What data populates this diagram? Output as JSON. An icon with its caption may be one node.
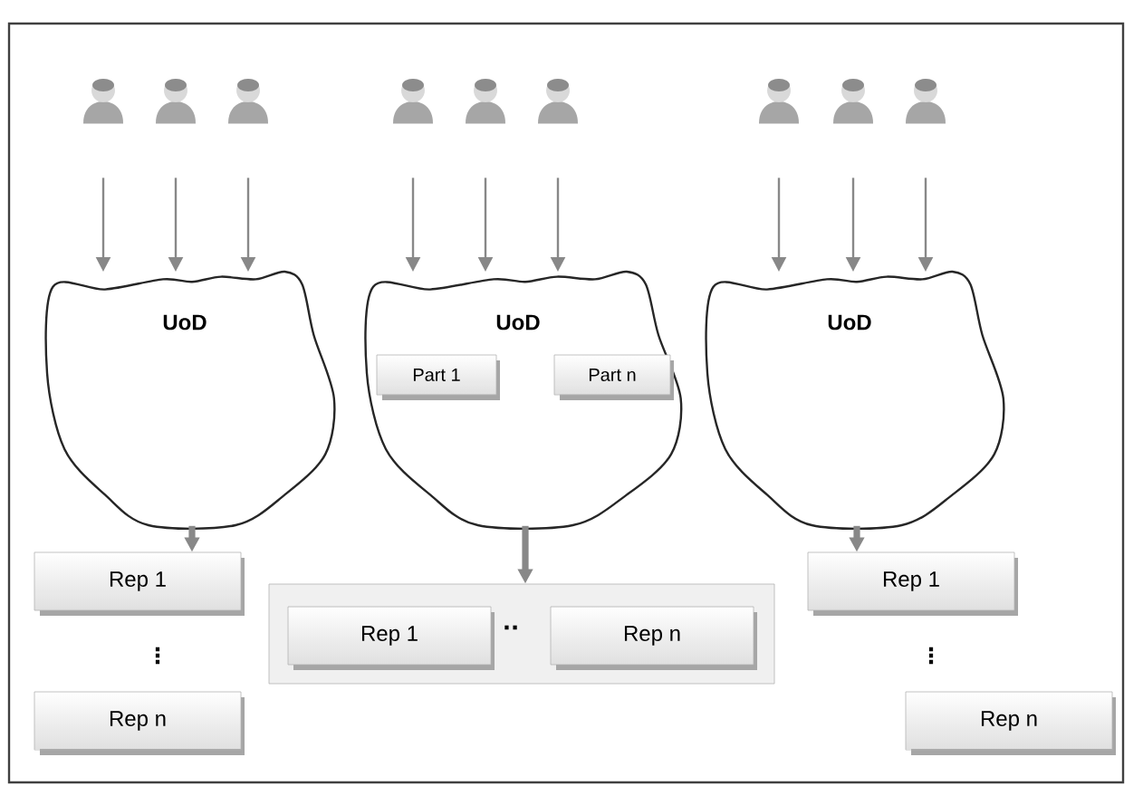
{
  "diagram": {
    "nodes": [
      {
        "text": [],
        "shape": "person"
      },
      {
        "text": [],
        "shape": "person"
      },
      {
        "text": [],
        "shape": "person"
      },
      {
        "text": [],
        "shape": "person"
      },
      {
        "text": [],
        "shape": "person"
      },
      {
        "text": [],
        "shape": "person"
      },
      {
        "text": [],
        "shape": "person"
      },
      {
        "text": [],
        "shape": "person"
      },
      {
        "text": [],
        "shape": "person"
      },
      {
        "text": [
          "UoD"
        ]
      },
      {
        "text": [
          "UoD"
        ]
      },
      {
        "text": [
          "Part 1"
        ],
        "in": 10
      },
      {
        "text": [
          "Part n"
        ],
        "in": 10
      },
      {
        "text": [
          "UoD"
        ]
      },
      {
        "text": [
          "Rep 1"
        ]
      },
      {
        "text": [],
        "shape": "box"
      },
      {
        "text": [
          "Rep 1"
        ],
        "in": 15
      },
      {
        "text": [
          "Rep n"
        ],
        "in": 15
      },
      {
        "text": [
          "Rep 1"
        ]
      },
      {
        "text": [
          "Rep n"
        ]
      },
      {
        "text": [
          "Rep n"
        ]
      }
    ],
    "edges": [
      {
        "from": 0,
        "to": 9,
        "arrow": "to"
      },
      {
        "from": 1,
        "to": 9,
        "arrow": "to"
      },
      {
        "from": 2,
        "to": 9,
        "arrow": "to"
      },
      {
        "from": 3,
        "to": 10,
        "arrow": "to"
      },
      {
        "from": 4,
        "to": 10,
        "arrow": "to"
      },
      {
        "from": 5,
        "to": 10,
        "arrow": "to"
      },
      {
        "from": 6,
        "to": 13,
        "arrow": "to"
      },
      {
        "from": 7,
        "to": 13,
        "arrow": "to"
      },
      {
        "from": 8,
        "to": 13,
        "arrow": "to"
      },
      {
        "from": 9,
        "to": 14,
        "arrow": "to",
        "style": "thick"
      },
      {
        "from": 10,
        "to": 15,
        "arrow": "to",
        "style": "thick"
      },
      {
        "from": 13,
        "to": 18,
        "arrow": "to",
        "style": "thick"
      }
    ],
    "labels": [
      "⋮",
      "··",
      "⋮"
    ]
  }
}
